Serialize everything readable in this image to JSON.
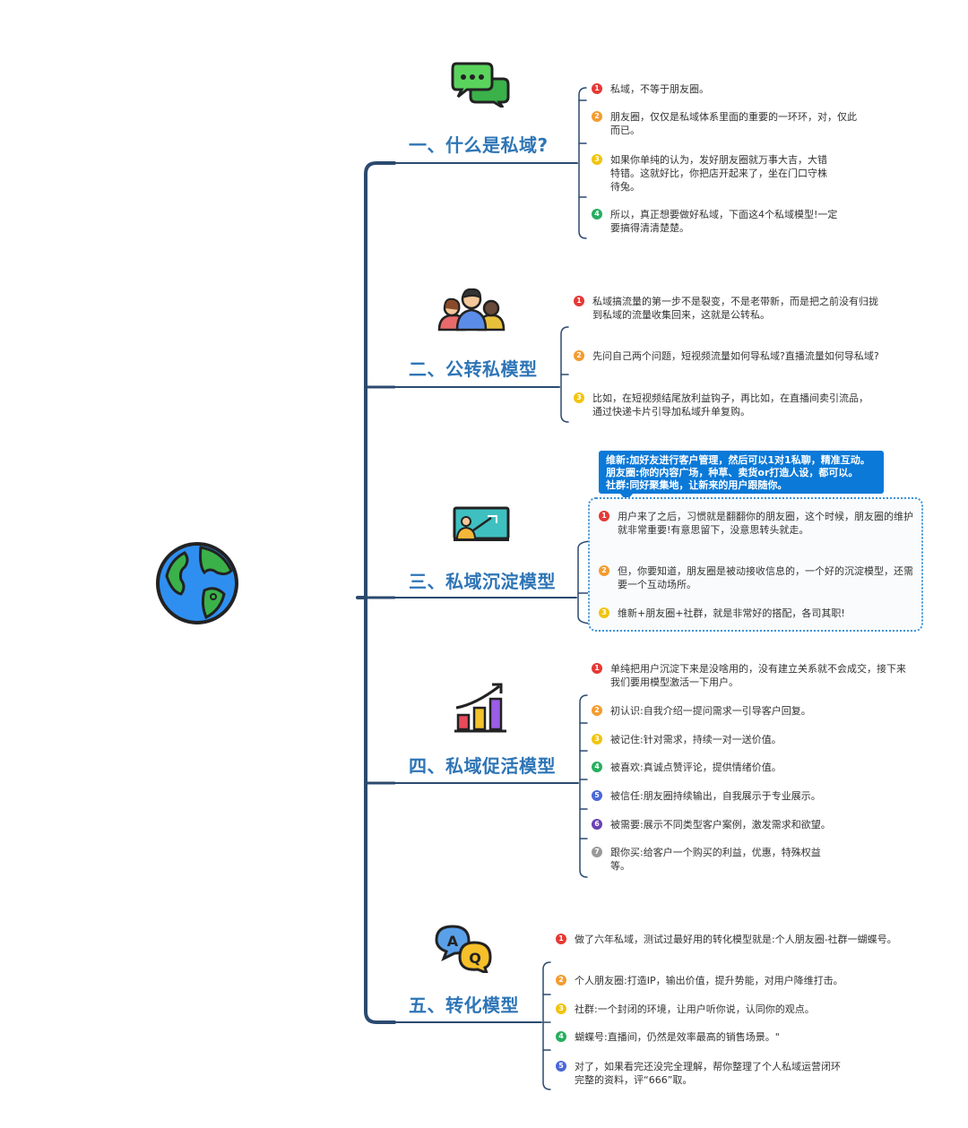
{
  "center": {
    "icon": "globe-icon"
  },
  "colors": {
    "line": "#2b4a6f",
    "title": "#2e75b6",
    "badges": [
      "#e53935",
      "#f39c2f",
      "#f1c40f",
      "#27ae60",
      "#4a67d8",
      "#6a3fb5",
      "#9a9a9a"
    ]
  },
  "callout": {
    "lines": [
      "维新:加好友进行客户管理，然后可以1对1私聊，精准互动。",
      "朋友圈:你的内容广场，种草、卖货or打造人设，都可以。",
      "社群:同好聚集地，让新来的用户跟随你。"
    ]
  },
  "branches": [
    {
      "title": "一、什么是私域?",
      "icon": "chat-bubbles-icon",
      "items": [
        "私域，不等于朋友圈。",
        "朋友圈，仅仅是私域体系里面的重要的一环环，对，仅此而已。",
        "如果你单纯的认为，发好朋友圈就万事大吉，大错特错。这就好比，你把店开起来了，坐在门口守株待兔。",
        "所以，真正想要做好私域，下面这4个私域模型!一定要搞得清清楚楚。"
      ]
    },
    {
      "title": "二、公转私模型",
      "icon": "user-group-icon",
      "items": [
        "私域搞流量的第一步不是裂变，不是老带新，而是把之前没有归拢到私域的流量收集回来，这就是公转私。",
        "先问自己两个问题，短视频流量如何导私域?直播流量如何导私域?",
        "比如，在短视频结尾放利益钩子，再比如，在直播间卖引流品，通过快递卡片引导加私域升单复购。"
      ]
    },
    {
      "title": "三、私域沉淀模型",
      "icon": "presentation-board-icon",
      "items": [
        "用户来了之后，习惯就是翻翻你的朋友圈，这个时候，朋友圈的维护就非常重要!有意思留下，没意思转头就走。",
        "但，你要知道，朋友圈是被动接收信息的，一个好的沉淀模型，还需要一个互动场所。",
        "维新+朋友圈+社群，就是非常好的搭配，各司其职!"
      ]
    },
    {
      "title": "四、私域促活模型",
      "icon": "growth-chart-icon",
      "items": [
        "单纯把用户沉淀下来是没啥用的，没有建立关系就不会成交，接下来我们要用模型激活一下用户。",
        "初认识:自我介绍一提问需求一引导客户回复。",
        "被记住:针对需求，持续一对一送价值。",
        "被喜欢:真诚点赞评论，提供情绪价值。",
        "被信任:朋友圈持续输出，自我展示于专业展示。",
        "被需要:展示不同类型客户案例，激发需求和欲望。",
        "跟你买:给客户一个购买的利益，优惠，特殊权益等。"
      ]
    },
    {
      "title": "五、转化模型",
      "icon": "qa-bubbles-icon",
      "items": [
        "做了六年私域，测试过最好用的转化模型就是:个人朋友圈-社群一蝴蝶号。",
        "个人朋友圈:打造IP，输出价值，提升势能，对用户降维打击。",
        "社群:一个封闭的环境，让用户听你说，认同你的观点。",
        "蝴蝶号:直播间，仍然是效率最高的销售场景。\"",
        "对了，如果看完还没完全理解，帮你整理了个人私域运营闭环完整的资料，评“666”取。"
      ]
    }
  ]
}
